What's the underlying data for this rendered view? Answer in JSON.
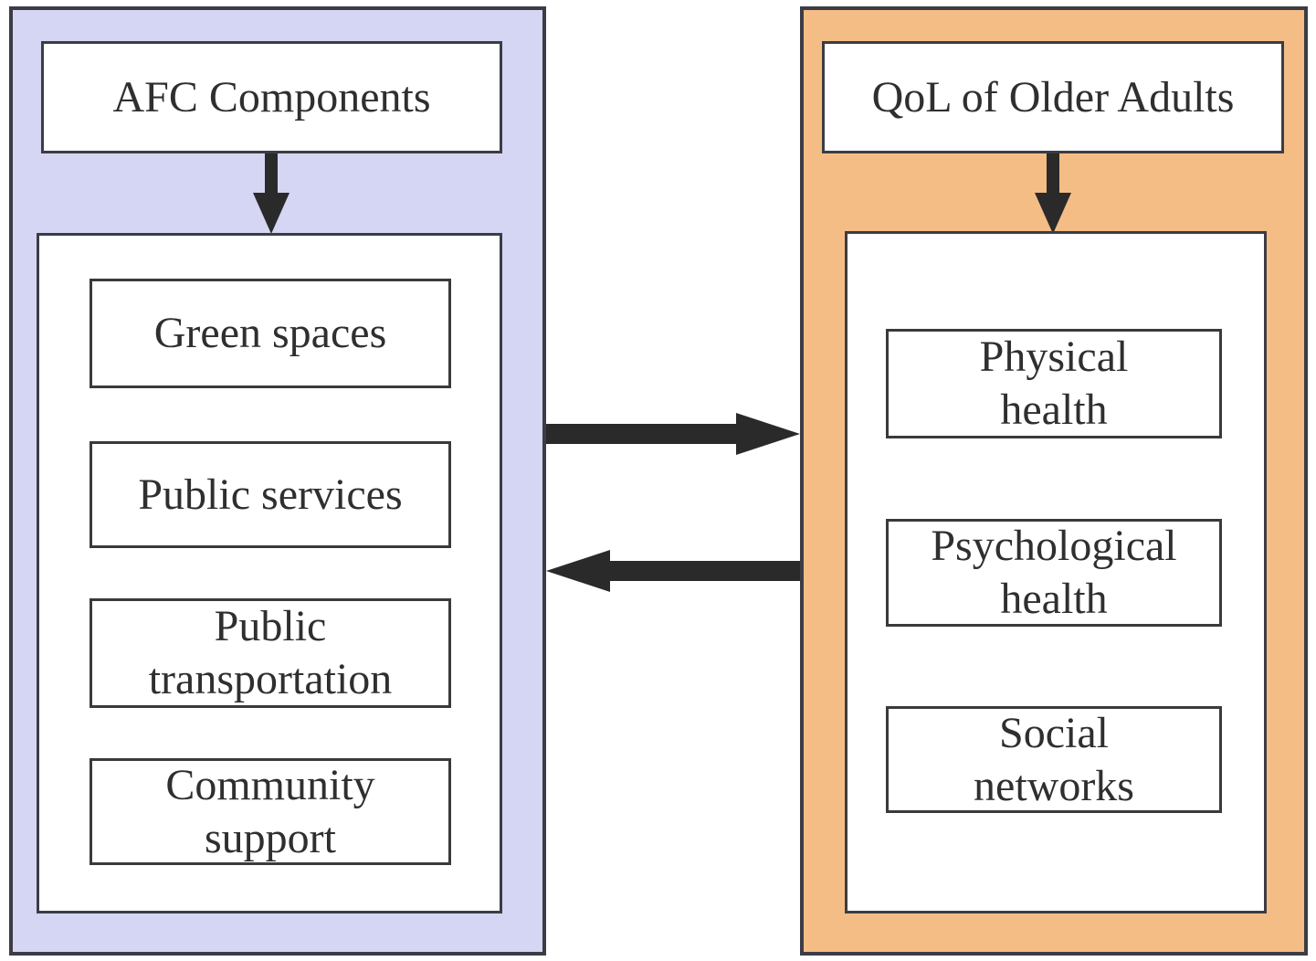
{
  "left_panel": {
    "title": "AFC Components",
    "items": [
      {
        "label": "Green spaces"
      },
      {
        "label": "Public services"
      },
      {
        "label": "Public\ntransportation"
      },
      {
        "label": "Community\nsupport"
      }
    ]
  },
  "right_panel": {
    "title": "QoL of Older Adults",
    "items": [
      {
        "label": "Physical\nhealth"
      },
      {
        "label": "Psychological\nhealth"
      },
      {
        "label": "Social\nnetworks"
      }
    ]
  },
  "arrows": {
    "left_header_to_items": "down-arrow",
    "right_header_to_items": "down-arrow",
    "afc_to_qol": "right-arrow",
    "qol_to_afc": "left-arrow"
  },
  "colors": {
    "left_bg": "#d5d6f3",
    "right_bg": "#f4bd85",
    "border": "#3c3c46",
    "arrow": "#2a2a2a",
    "text": "#2f2f2f"
  }
}
